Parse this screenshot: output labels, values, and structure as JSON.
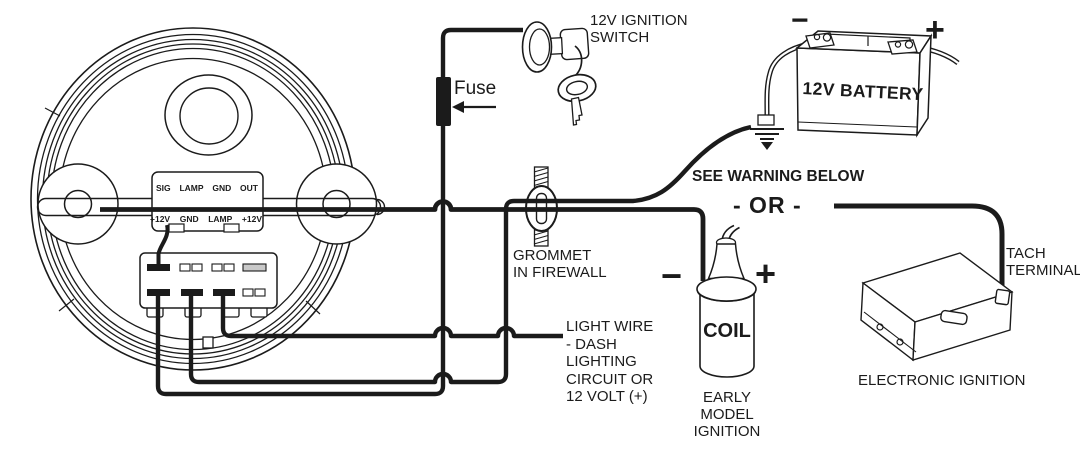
{
  "gauge": {
    "terminals_top": [
      "SIG",
      "LAMP",
      "GND",
      "OUT"
    ],
    "terminals_bottom": [
      "+12V",
      "GND",
      "LAMP",
      "+12V"
    ]
  },
  "labels": {
    "fuse": "Fuse",
    "ignition_switch": [
      "12V IGNITION",
      "SWITCH"
    ],
    "battery_name": "12V BATTERY",
    "battery_minus": "−",
    "battery_plus": "+",
    "warning": "SEE WARNING BELOW",
    "or_divider": "- OR -",
    "grommet": [
      "GROMMET",
      "IN FIREWALL"
    ],
    "light_wire": [
      "LIGHT WIRE",
      "- DASH",
      "LIGHTING",
      "CIRCUIT OR",
      "12 VOLT (+)"
    ],
    "coil_name": "COIL",
    "coil_minus": "−",
    "coil_plus": "+",
    "early_model": [
      "EARLY",
      "MODEL",
      "IGNITION"
    ],
    "tach_terminal": [
      "TACH",
      "TERMINAL"
    ],
    "electronic_ignition": "ELECTRONIC IGNITION"
  },
  "colors": {
    "ink": "#1b1b1b",
    "paper": "#ffffff"
  }
}
